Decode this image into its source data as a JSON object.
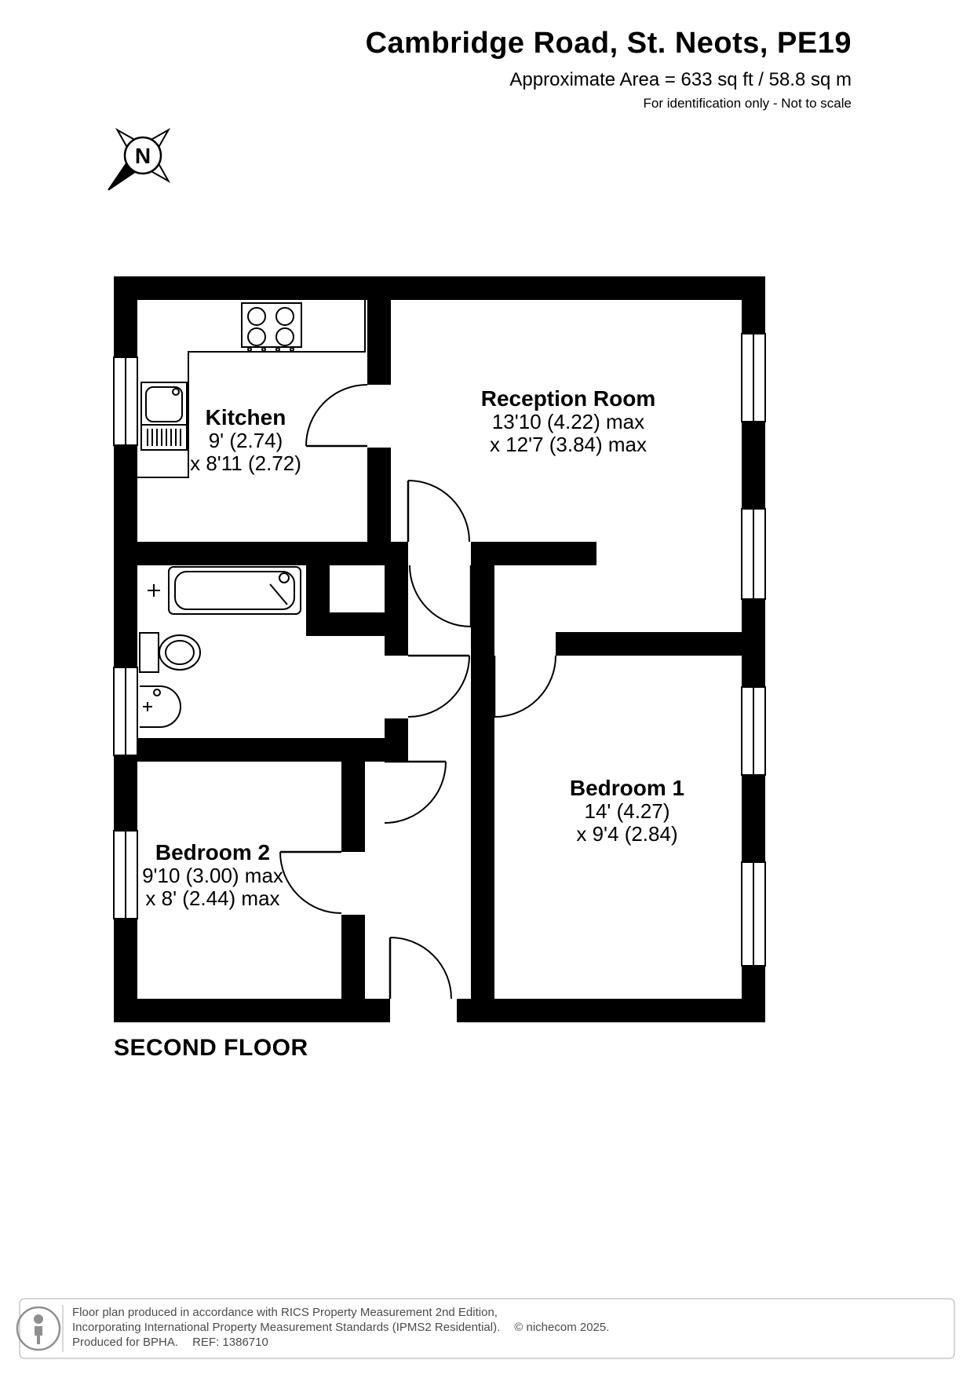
{
  "header": {
    "title": "Cambridge Road, St. Neots, PE19",
    "area": "Approximate Area = 633 sq ft / 58.8 sq m",
    "note": "For identification only - Not to scale"
  },
  "compass": {
    "label": "N"
  },
  "plan": {
    "floor_label": "SECOND FLOOR",
    "rooms": [
      {
        "name": "Kitchen",
        "dim_line1": "9' (2.74)",
        "dim_line2": "x 8'11 (2.72)"
      },
      {
        "name": "Reception Room",
        "dim_line1": "13'10 (4.22) max",
        "dim_line2": "x 12'7 (3.84) max"
      },
      {
        "name": "Bedroom 1",
        "dim_line1": "14' (4.27)",
        "dim_line2": "x 9'4 (2.84)"
      },
      {
        "name": "Bedroom 2",
        "dim_line1": "9'10 (3.00) max",
        "dim_line2": "x 8' (2.44) max"
      }
    ]
  },
  "footer": {
    "line1": "Floor plan produced in accordance with RICS Property Measurement 2nd Edition,",
    "line2": "Incorporating International Property Measurement Standards (IPMS2 Residential).",
    "copyright": "© nichecom 2025.",
    "produced_for": "Produced for BPHA.",
    "ref": "REF: 1386710"
  },
  "colors": {
    "wall": "#000000",
    "text": "#000000",
    "footer_text": "#4b4b4b"
  }
}
